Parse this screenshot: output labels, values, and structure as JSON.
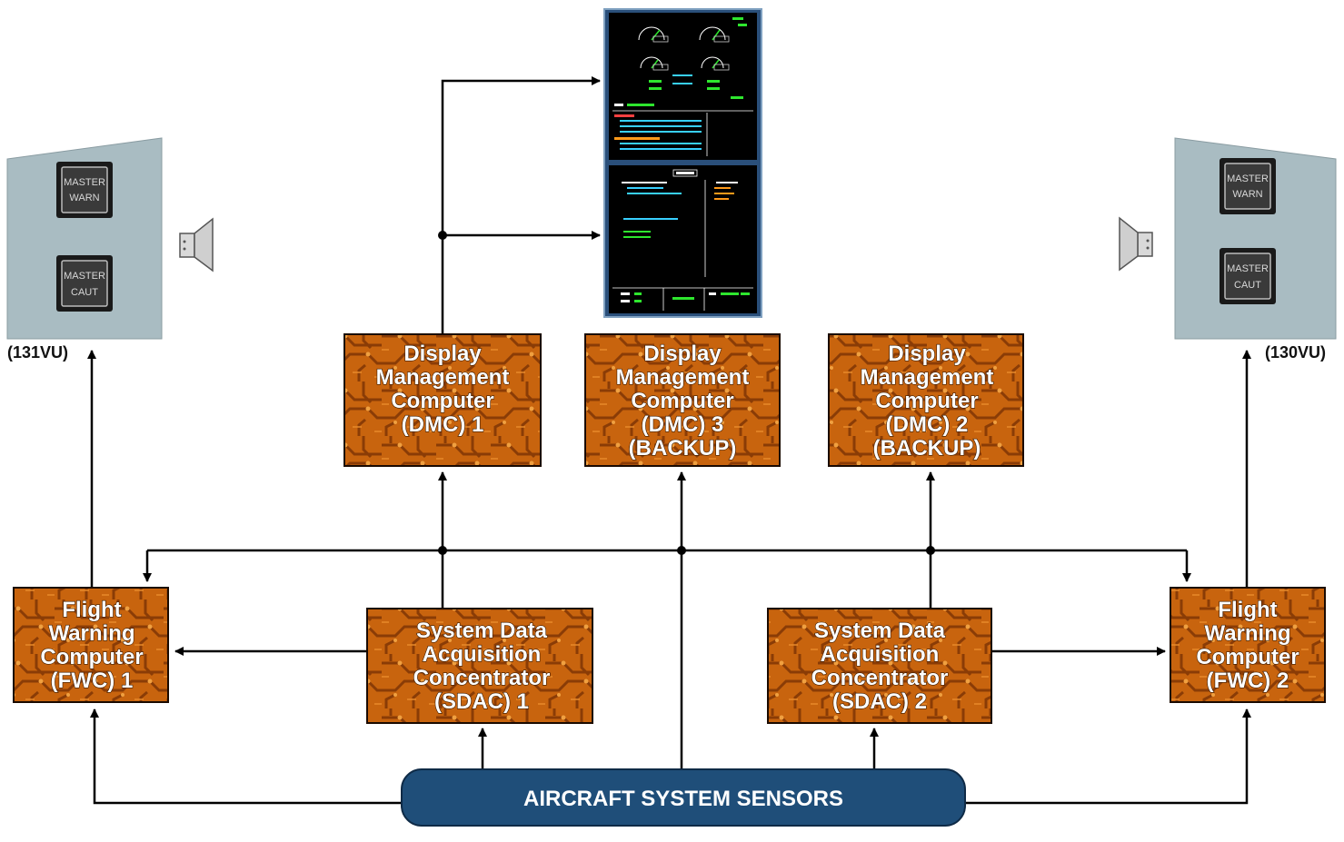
{
  "panels": {
    "left": {
      "label": "(131VU)",
      "master_warn": [
        "MASTER",
        "WARN"
      ],
      "master_caut": [
        "MASTER",
        "CAUT"
      ]
    },
    "right": {
      "label": "(130VU)",
      "master_warn": [
        "MASTER",
        "WARN"
      ],
      "master_caut": [
        "MASTER",
        "CAUT"
      ]
    }
  },
  "boxes": {
    "dmc1": [
      "Display",
      "Management",
      "Computer",
      "(DMC) 1"
    ],
    "dmc3": [
      "Display",
      "Management",
      "Computer",
      "(DMC) 3",
      "(BACKUP)"
    ],
    "dmc2": [
      "Display",
      "Management",
      "Computer",
      "(DMC) 2",
      "(BACKUP)"
    ],
    "fwc1": [
      "Flight",
      "Warning",
      "Computer",
      "(FWC) 1"
    ],
    "fwc2": [
      "Flight",
      "Warning",
      "Computer",
      "(FWC) 2"
    ],
    "sdac1": [
      "System Data",
      "Acquisition",
      "Concentrator",
      "(SDAC) 1"
    ],
    "sdac2": [
      "System Data",
      "Acquisition",
      "Concentrator",
      "(SDAC) 2"
    ]
  },
  "sensors": {
    "label": "AIRCRAFT SYSTEM SENSORS"
  },
  "colors": {
    "box_fill": "#c25f0c",
    "box_trace": "#7a3406",
    "panel_fill": "#a9bcc2",
    "sensor_fill": "#1f4e79",
    "screen_bg": "#000000",
    "screen_frame": "#2a4f7a"
  }
}
